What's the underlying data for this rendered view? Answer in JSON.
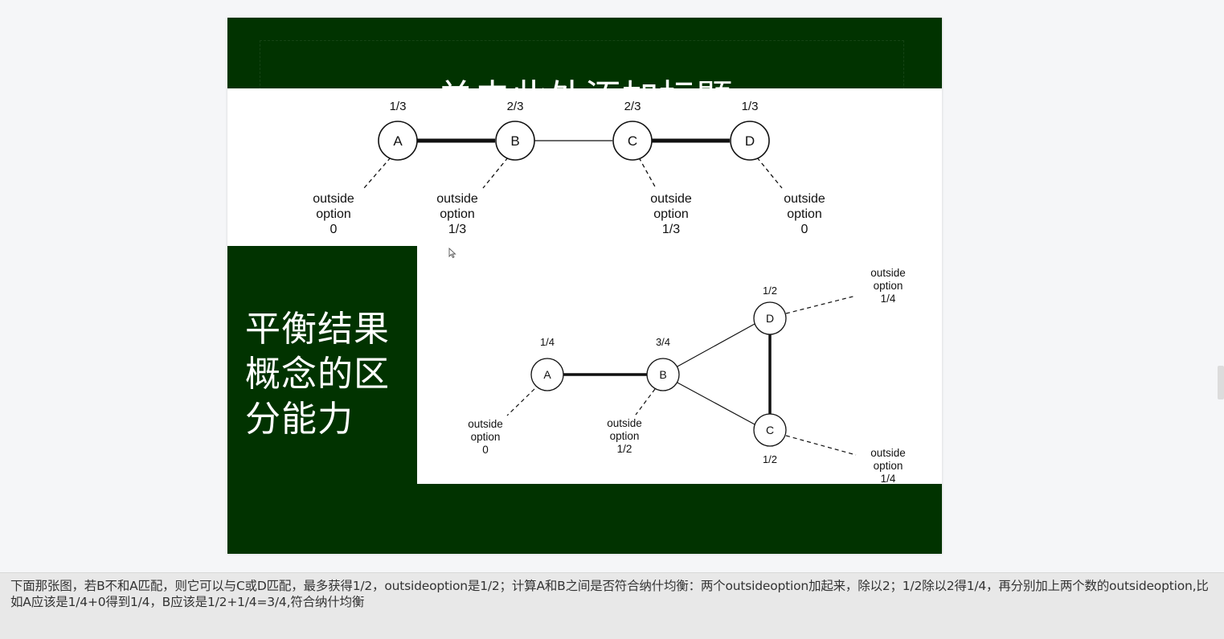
{
  "slide": {
    "title": "单击此处添加标题",
    "side_text_lines": [
      "平衡结果",
      "概念的区",
      "分能力"
    ]
  },
  "diagram_top": {
    "nodes": [
      {
        "label": "A",
        "value": "1/3",
        "outside": [
          "outside",
          "option",
          "0"
        ]
      },
      {
        "label": "B",
        "value": "2/3",
        "outside": [
          "outside",
          "option",
          "1/3"
        ]
      },
      {
        "label": "C",
        "value": "2/3",
        "outside": [
          "outside",
          "option",
          "1/3"
        ]
      },
      {
        "label": "D",
        "value": "1/3",
        "outside": [
          "outside",
          "option",
          "0"
        ]
      }
    ]
  },
  "diagram_bottom": {
    "nodes": [
      {
        "label": "A",
        "value": "1/4",
        "outside": [
          "outside",
          "option",
          "0"
        ]
      },
      {
        "label": "B",
        "value": "3/4",
        "outside": [
          "outside",
          "option",
          "1/2"
        ]
      },
      {
        "label": "D",
        "value": "1/2",
        "outside": [
          "outside",
          "option",
          "1/4"
        ]
      },
      {
        "label": "C",
        "value": "1/2",
        "outside": [
          "outside",
          "option",
          "1/4"
        ]
      }
    ]
  },
  "caption": "下面那张图，若B不和A匹配，则它可以与C或D匹配，最多获得1/2，outsideoption是1/2；计算A和B之间是否符合纳什均衡：两个outsideoption加起来，除以2；1/2除以2得1/4，再分别加上两个数的outsideoption,比如A应该是1/4+0得到1/4，B应该是1/2+1/4=3/4,符合纳什均衡",
  "colors": {
    "slide_background": "#013300",
    "page_background": "#f5f6f8",
    "caption_background": "#e8e8e8"
  }
}
